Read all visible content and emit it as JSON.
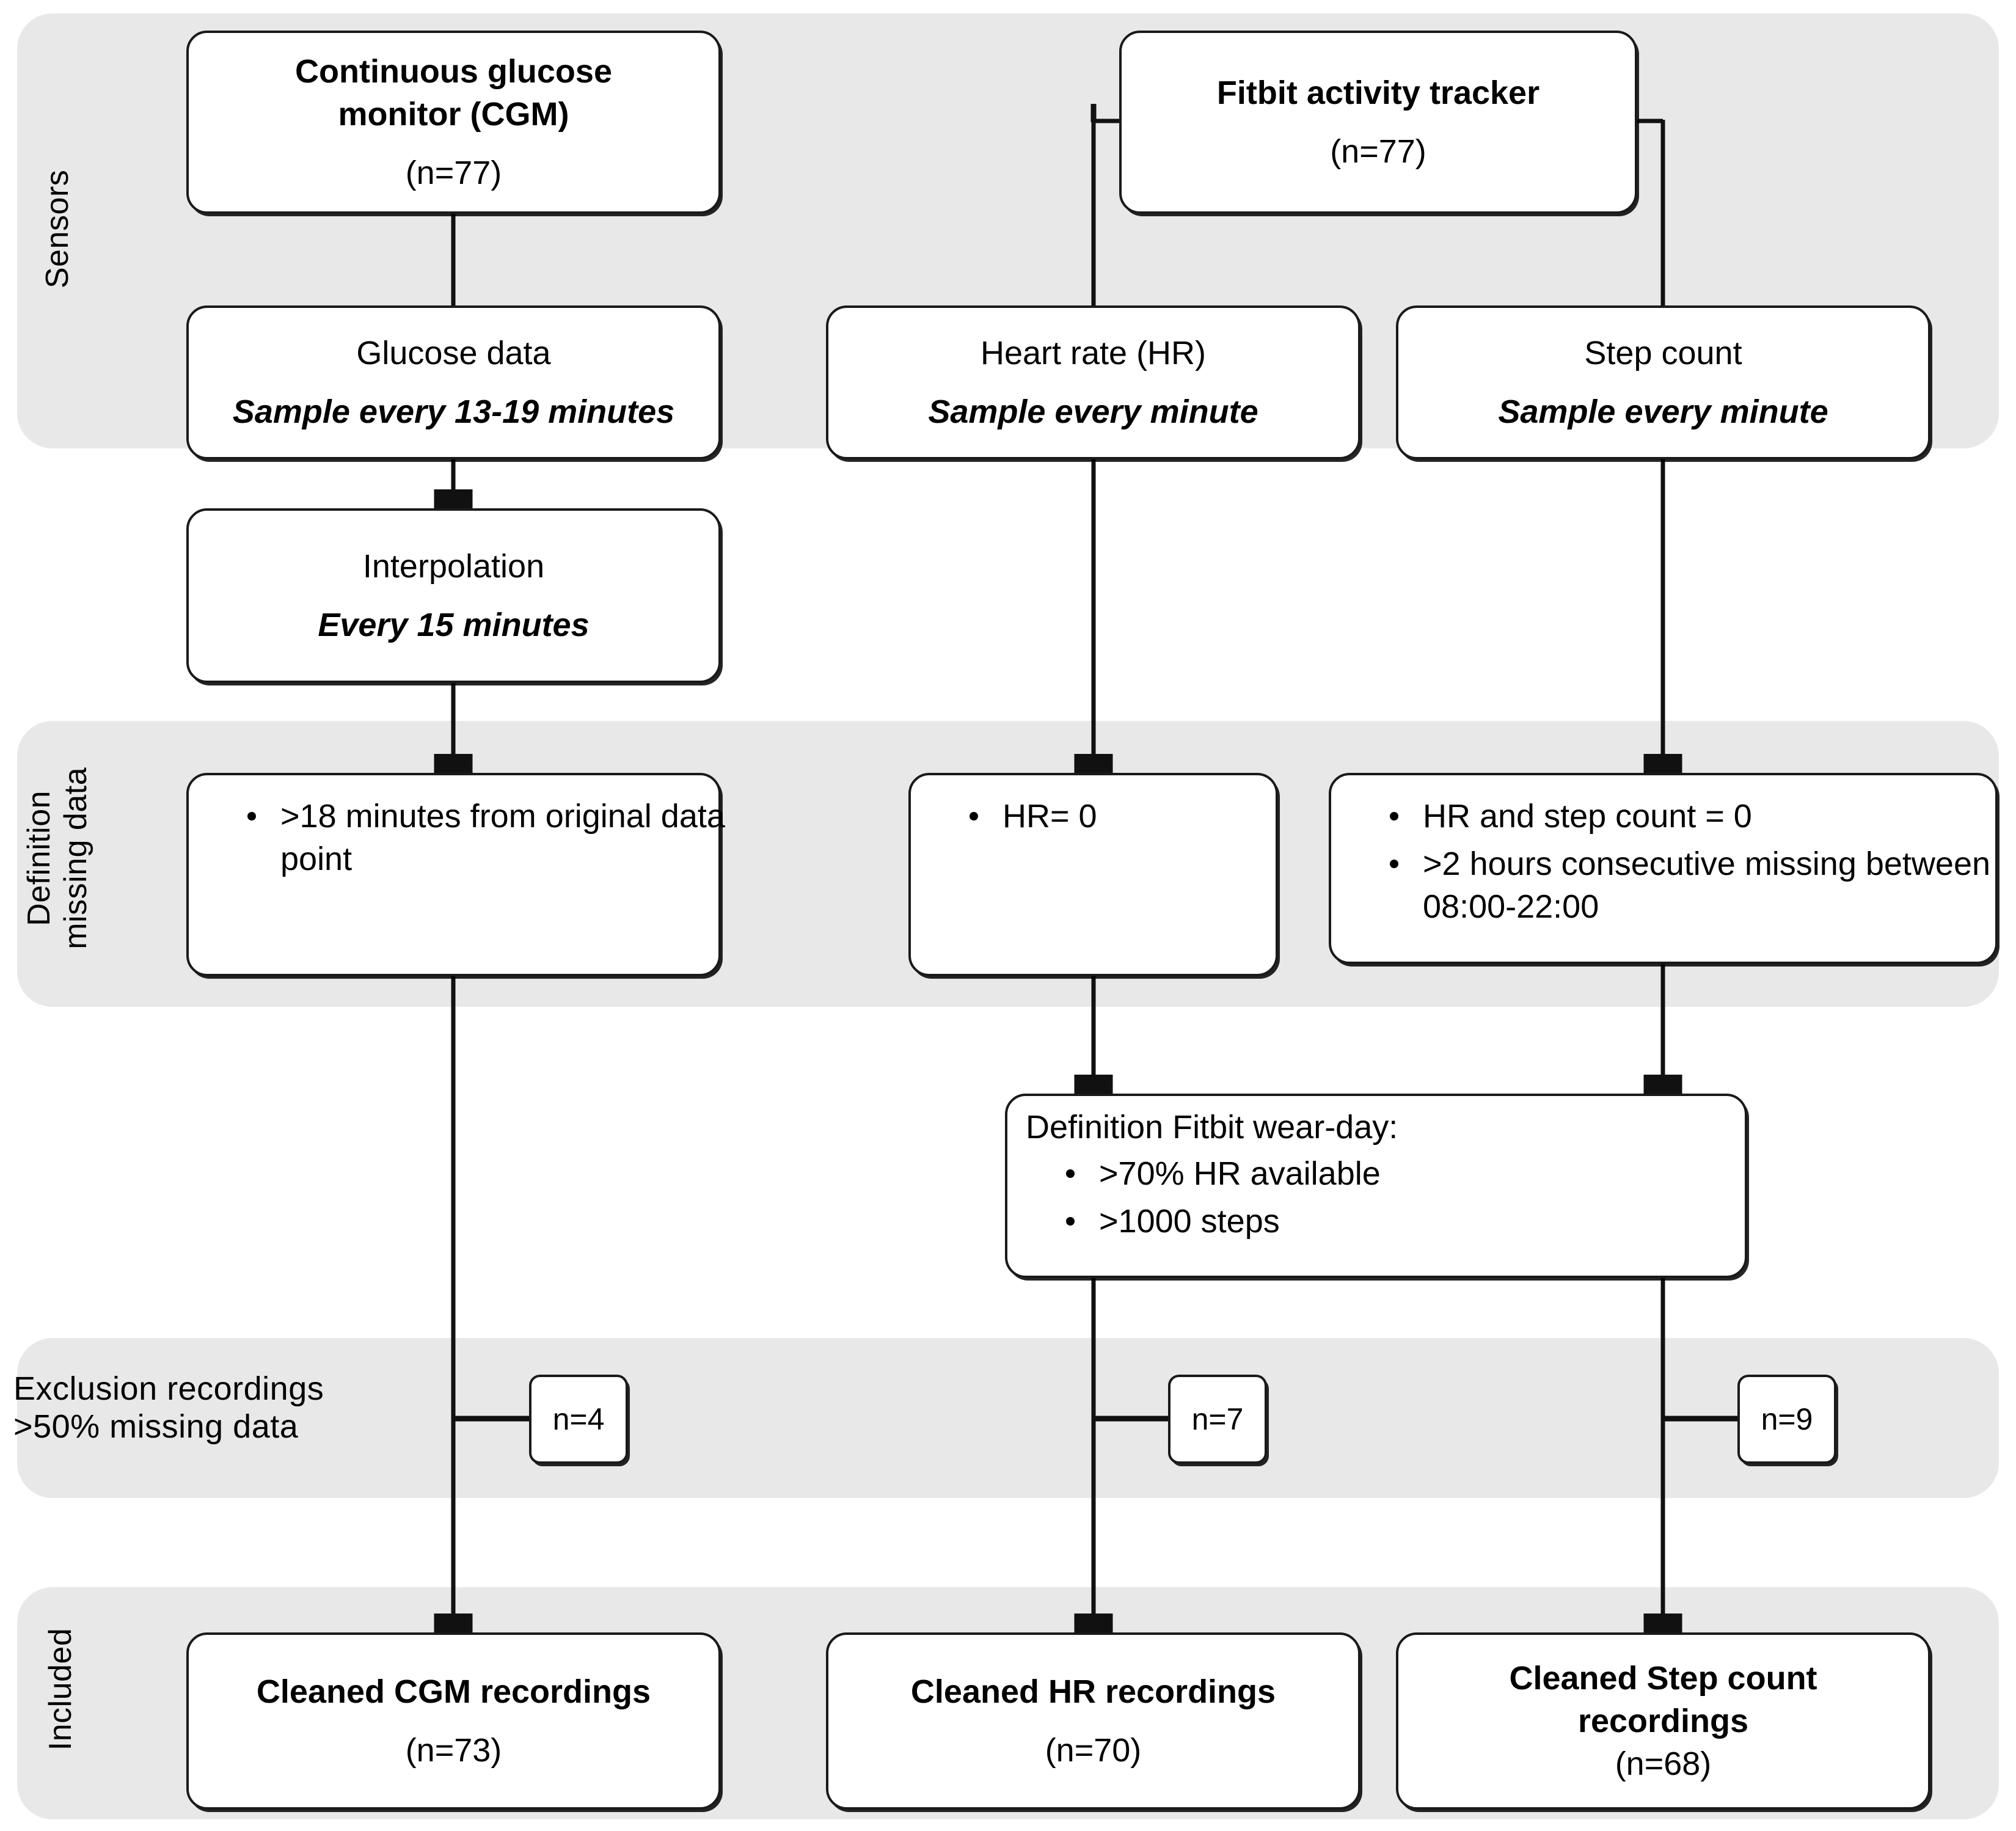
{
  "figure": {
    "type": "flowchart",
    "title": "Sensor data processing and cleaning flow diagram"
  },
  "bands": [
    {
      "id": "sensors",
      "label": "Sensors"
    },
    {
      "id": "definition",
      "label": "Definition\nmissing data"
    },
    {
      "id": "exclusion",
      "label": "Exclusion recordings\n>50% missing data"
    },
    {
      "id": "included",
      "label": "Included"
    }
  ],
  "nodes": {
    "cgm": {
      "line1": "Continuous glucose\nmonitor (CGM)",
      "line2": "(n=77)"
    },
    "fitbit": {
      "line1": "Fitbit activity tracker",
      "line2": "(n=77)"
    },
    "glucose": {
      "line1": "Glucose data",
      "line2": "Sample every 13-19 minutes"
    },
    "hr": {
      "line1": "Heart rate (HR)",
      "line2": "Sample every minute"
    },
    "steps": {
      "line1": "Step count",
      "line2": "Sample every minute"
    },
    "interp": {
      "line1": "Interpolation",
      "line2": "Every 15 minutes"
    },
    "cgm_miss": {
      "bullets": [
        ">18 minutes from\noriginal data point"
      ]
    },
    "hr_miss": {
      "bullets": [
        "HR= 0"
      ]
    },
    "step_miss": {
      "bullets": [
        "HR and step count = 0",
        ">2 hours consecutive missing\nbetween 08:00-22:00"
      ]
    },
    "wearday": {
      "title": "Definition Fitbit wear-day:",
      "bullets": [
        ">70% HR available",
        ">1000 steps"
      ]
    },
    "clean_cgm": {
      "line1": "Cleaned CGM recordings",
      "line2": "(n=73)"
    },
    "clean_hr": {
      "line1": "Cleaned HR recordings",
      "line2": "(n=70)"
    },
    "clean_step": {
      "line1": "Cleaned Step count\nrecordings",
      "line2": "(n=68)"
    }
  },
  "chips": {
    "cgm_excluded": "n=4",
    "hr_excluded": "n=7",
    "step_excluded": "n=9"
  },
  "colors": {
    "band_bg": "#e8e8e8",
    "node_border": "#1a1a1a",
    "node_bg": "#ffffff",
    "connector": "#111111",
    "page_bg": "#ffffff"
  }
}
